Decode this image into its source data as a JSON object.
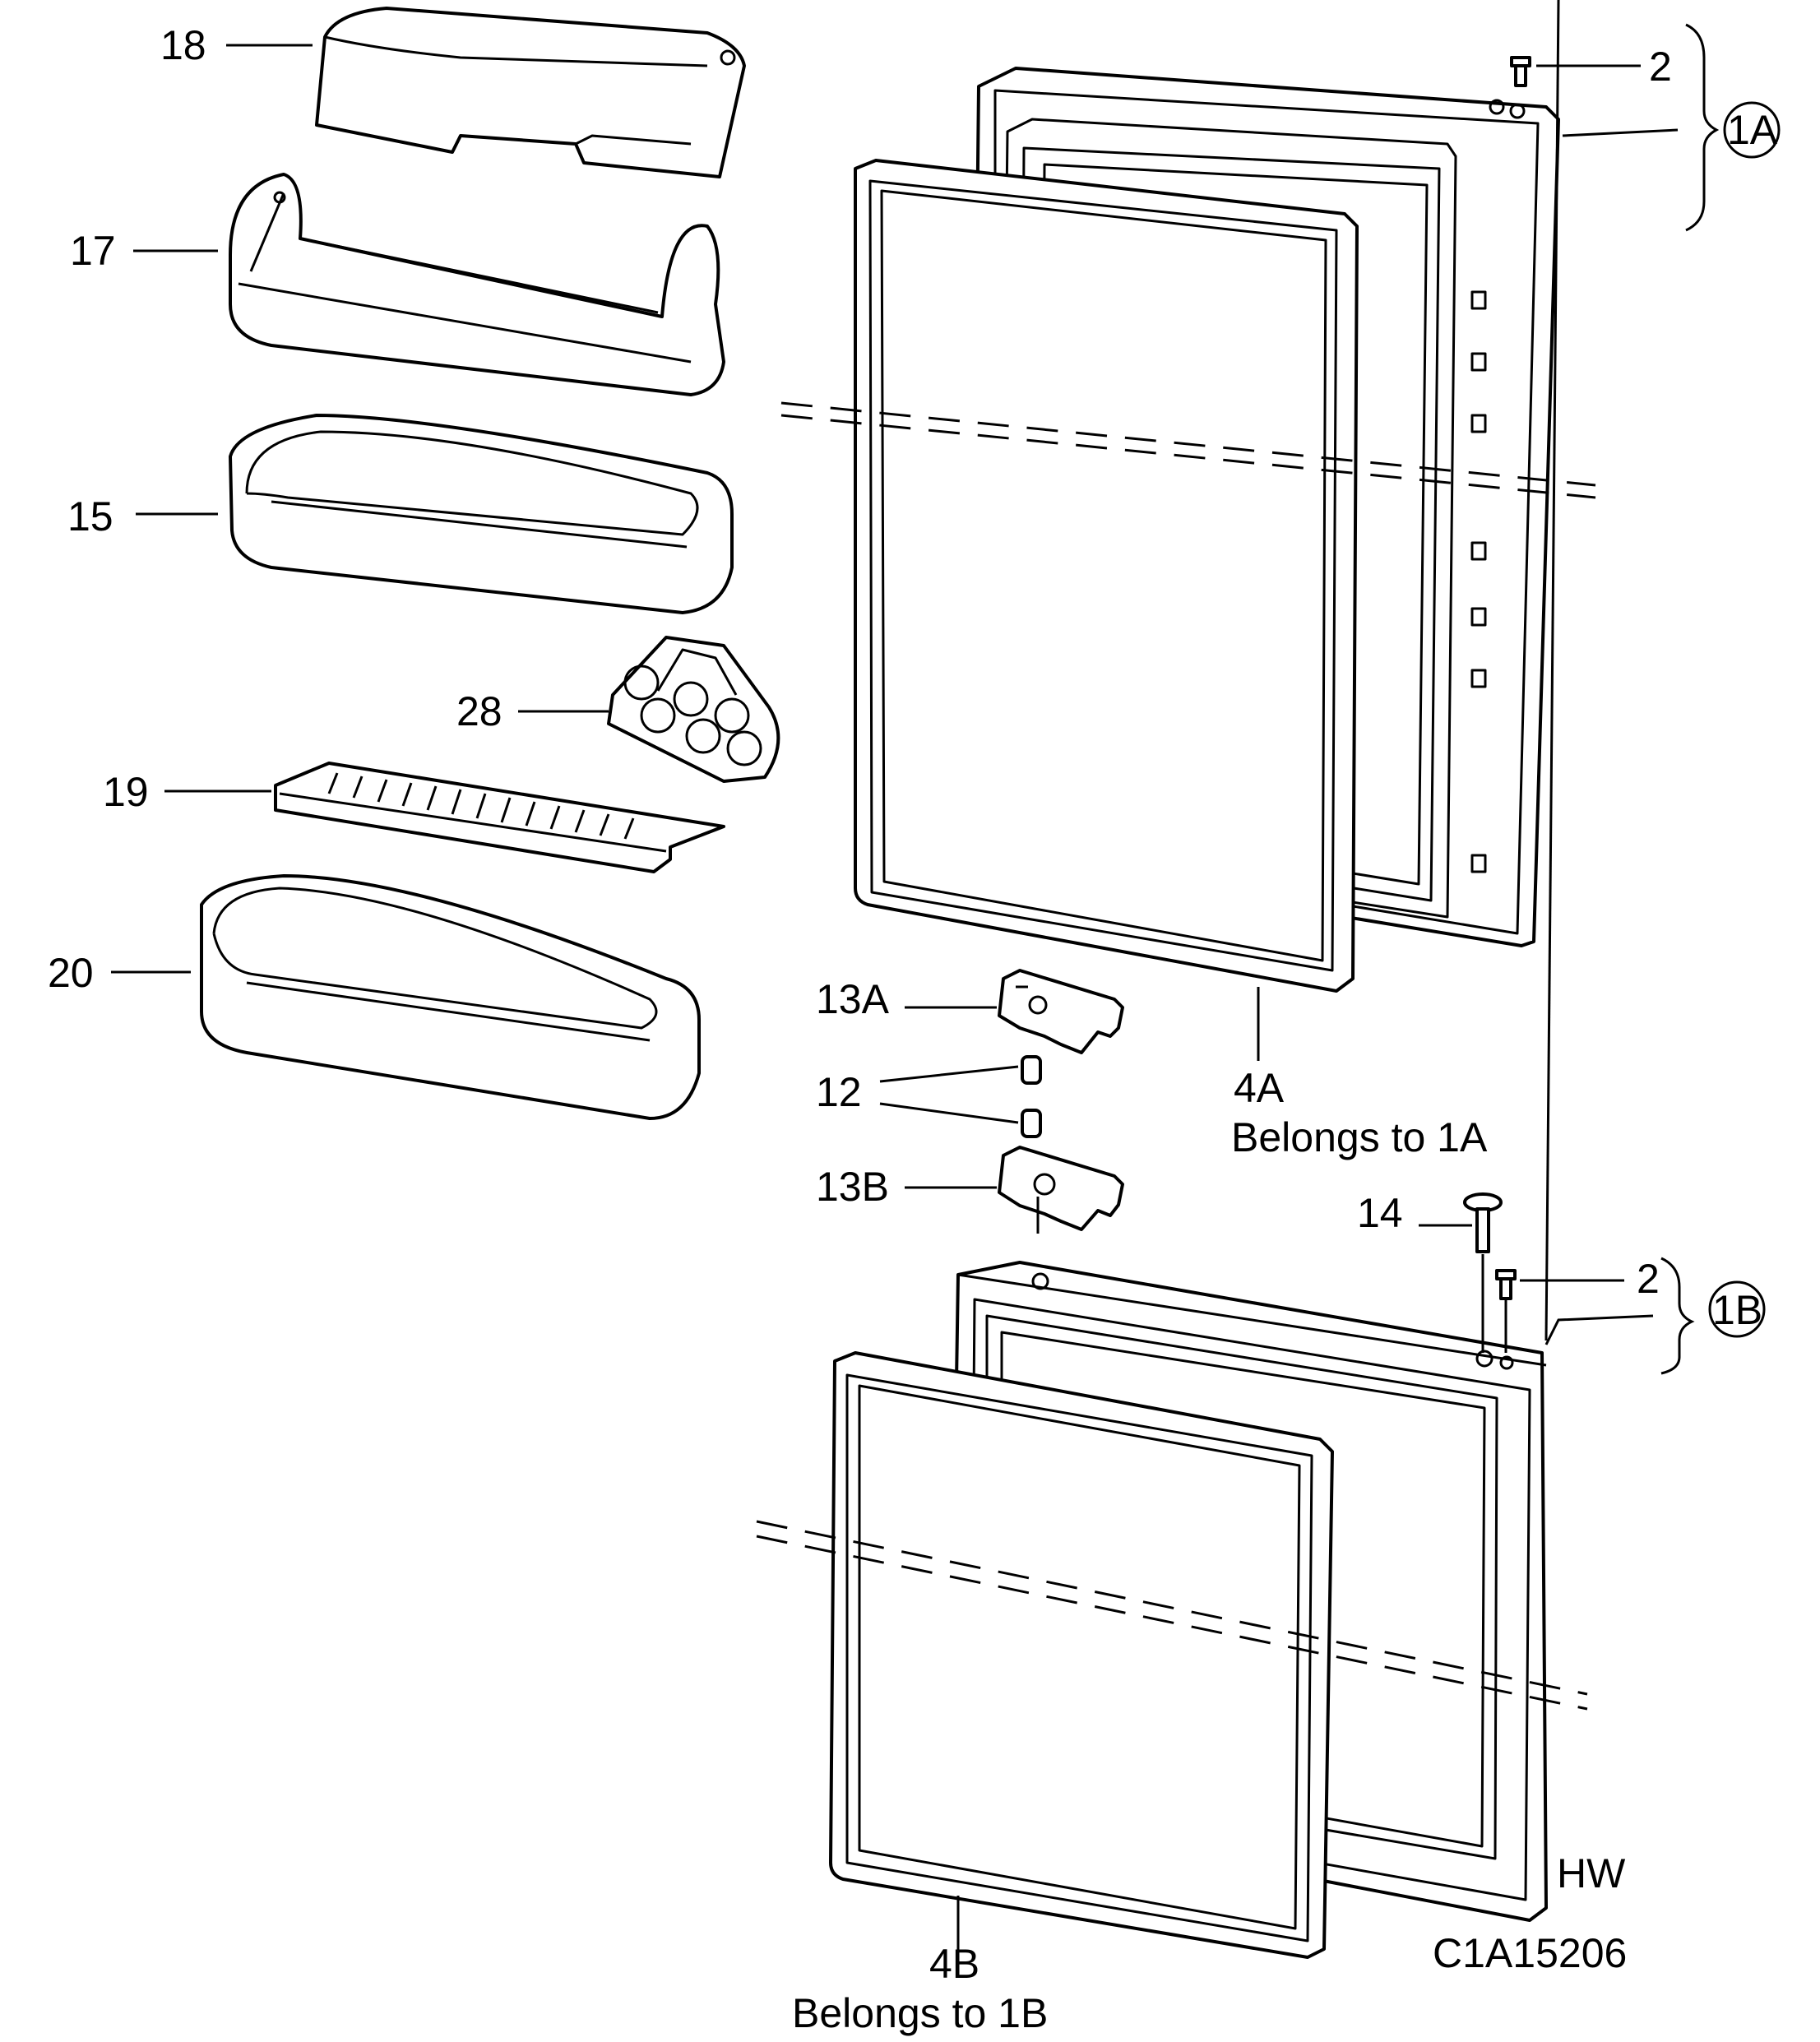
{
  "labels": {
    "p18": "18",
    "p17": "17",
    "p15": "15",
    "p28": "28",
    "p19": "19",
    "p20": "20",
    "p2_top": "2",
    "p1a": "1A",
    "p13a": "13A",
    "p12": "12",
    "p13b": "13B",
    "p4a": "4A",
    "p4a_note": "Belongs to 1A",
    "p14": "14",
    "p2_bottom": "2",
    "p1b": "1B",
    "p4b": "4B",
    "p4b_note": "Belongs to 1B",
    "code_hw": "HW",
    "code_id": "C1A15206"
  }
}
